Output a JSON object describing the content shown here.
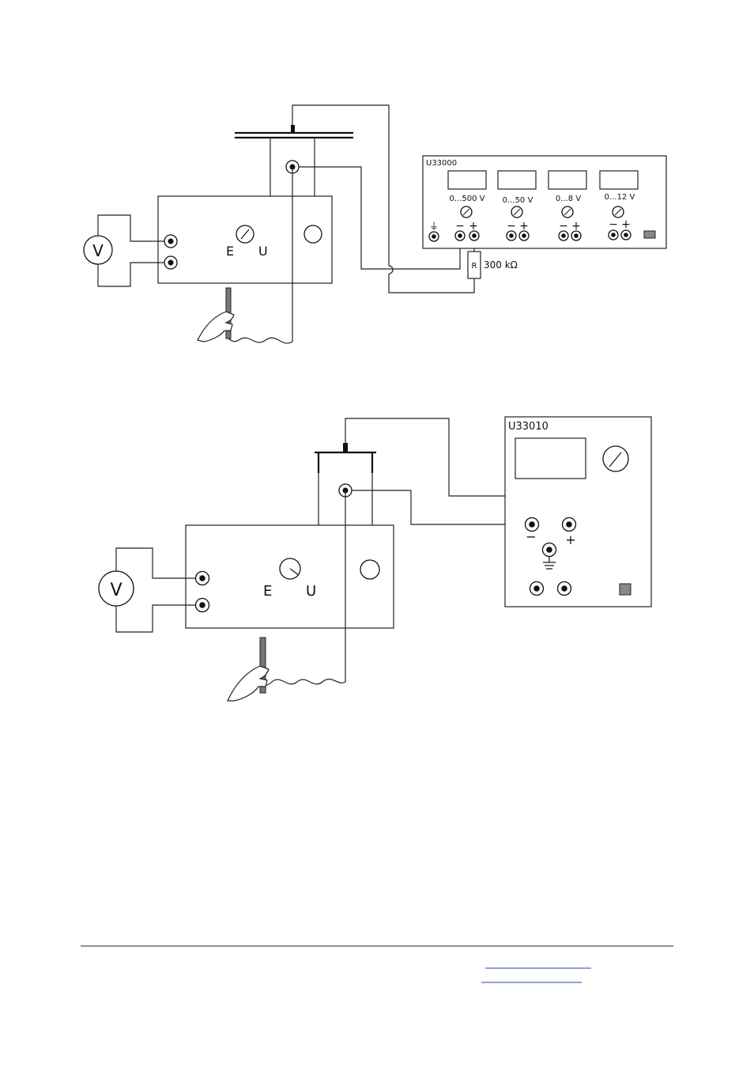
{
  "figure1": {
    "supply_label": "U33000",
    "ranges": [
      "0...500 V",
      "0...50 V",
      "0...8 V",
      "0...12 V"
    ],
    "terminal_minus": "−",
    "terminal_plus": "+",
    "ground_symbol": "⏚",
    "voltmeter": "V",
    "label_e": "E",
    "label_u": "U",
    "resistor_label": "R",
    "resistor_value": "300 kΩ"
  },
  "figure2": {
    "supply_label": "U33010",
    "terminal_minus": "−",
    "terminal_plus": "+",
    "voltmeter": "V",
    "label_e": "E",
    "label_u": "U"
  },
  "footer": {
    "link1": "",
    "link2": ""
  }
}
